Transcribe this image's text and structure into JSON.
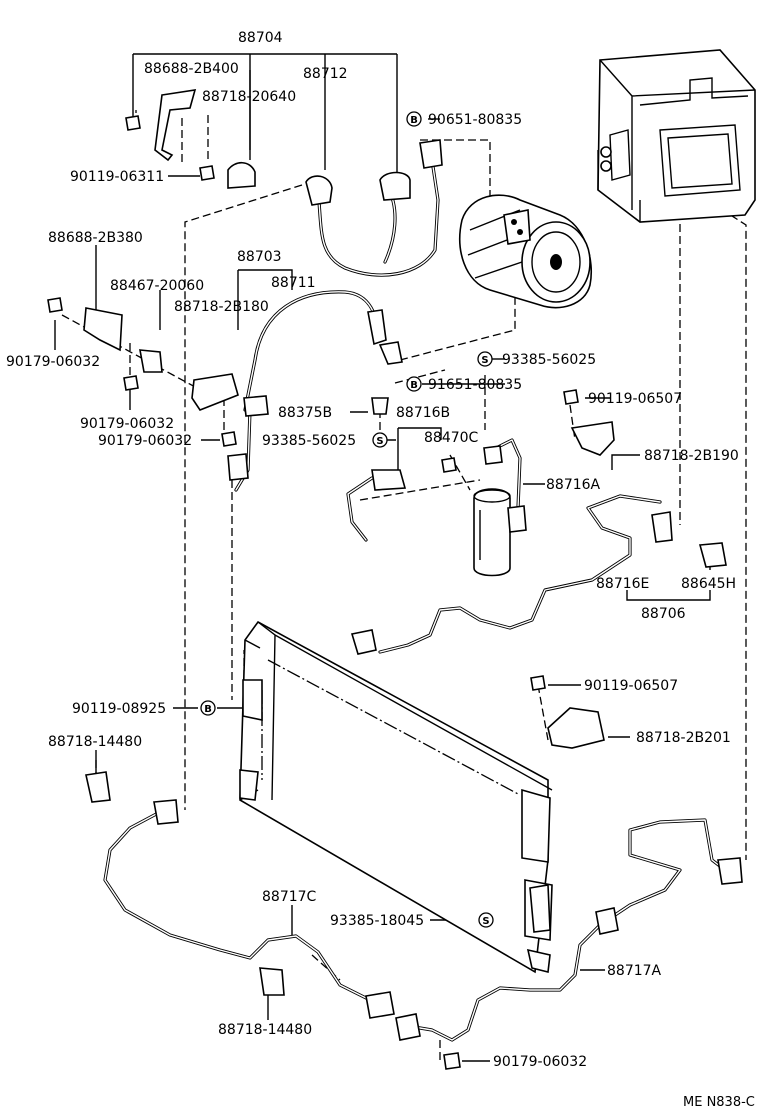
{
  "labels": {
    "p88704": "88704",
    "p88688_2B400": "88688-2B400",
    "p88712": "88712",
    "p88718_20640": "88718-20640",
    "p90651_80835": "90651-80835",
    "p90119_06311": "90119-06311",
    "p88688_2B380": "88688-2B380",
    "p88703": "88703",
    "p88467_20060": "88467-20060",
    "p88711": "88711",
    "p88718_2B180": "88718-2B180",
    "p90179_06032_a": "90179-06032",
    "p93385_56025_a": "93385-56025",
    "p91651_80835": "91651-80835",
    "p88375B": "88375B",
    "p88716B": "88716B",
    "p90119_06507_a": "90119-06507",
    "p90179_06032_b": "90179-06032",
    "p90179_06032_c": "90179-06032",
    "p88470C": "88470C",
    "p93385_56025_b": "93385-56025",
    "p88718_2B190": "88718-2B190",
    "p88716A": "88716A",
    "p88716E": "88716E",
    "p88645H": "88645H",
    "p88706": "88706",
    "p90119_06507_b": "90119-06507",
    "p90119_08925": "90119-08925",
    "p88718_2B201": "88718-2B201",
    "p88718_14480_a": "88718-14480",
    "p88717C": "88717C",
    "p93385_18045": "93385-18045",
    "p88717A": "88717A",
    "p88718_14480_b": "88718-14480",
    "p90179_06032_d": "90179-06032",
    "footer": "ME N838-C"
  },
  "symbols": {
    "b": "B",
    "s": "S"
  }
}
